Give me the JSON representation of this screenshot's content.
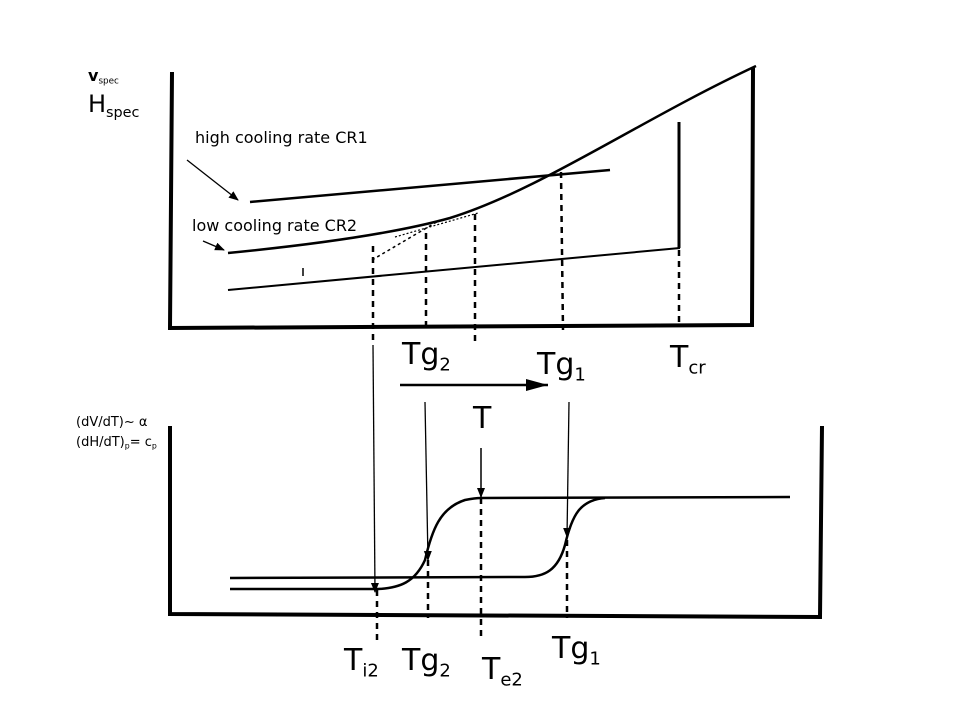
{
  "top_panel": {
    "y_label_v": "v",
    "y_label_v_sub": "spec",
    "y_label_h": "H",
    "y_label_h_sub": "spec",
    "curve_high_label": "high cooling rate CR1",
    "curve_low_label": "low cooling rate CR2",
    "tg2_main": "Tg",
    "tg2_sub": "2",
    "tg1_main": "Tg",
    "tg1_sub": "1",
    "tcr_main": "T",
    "tcr_sub": "cr"
  },
  "axis_arrow_label": "T",
  "bottom_panel": {
    "y_label_line1": "(dV/dT)~ α",
    "y_label_line2_main": "(dH/dT)",
    "y_label_line2_sub": "p",
    "y_label_line2_eq": "= c",
    "y_label_line2_sub2": "p",
    "ti2_main": "T",
    "ti2_sub": "i2",
    "tg2_main": "Tg",
    "tg2_sub": "2",
    "te2_main": "T",
    "te2_sub": "e2",
    "tg1_main": "Tg",
    "tg1_sub": "1"
  },
  "colors": {
    "ink": "#000000",
    "background": "#ffffff"
  }
}
